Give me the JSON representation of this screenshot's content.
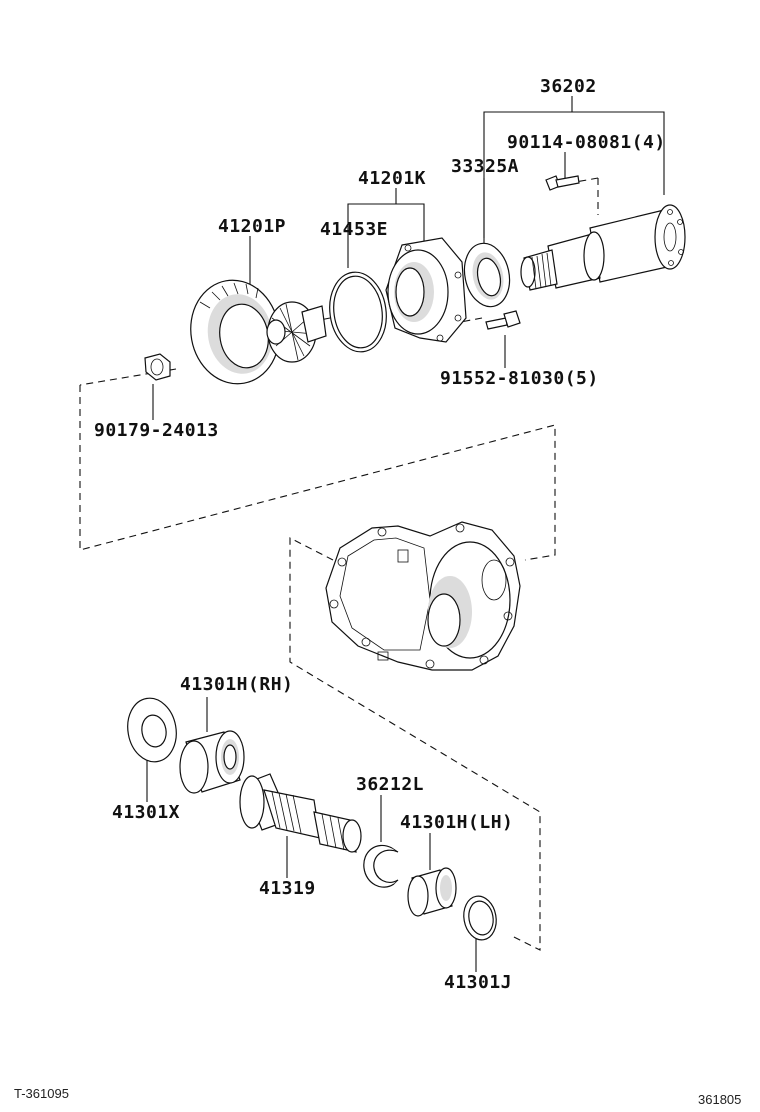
{
  "labels": {
    "p36202": "36202",
    "p90114": "90114-08081(4)",
    "p33325A": "33325A",
    "p41201K": "41201K",
    "p41201P": "41201P",
    "p41453E": "41453E",
    "p91552": "91552-81030(5)",
    "p90179": "90179-24013",
    "p41301H_RH": "41301H(RH)",
    "p41301X": "41301X",
    "p36212L": "36212L",
    "p41301H_LH": "41301H(LH)",
    "p41319": "41319",
    "p41301J": "41301J"
  },
  "footer": {
    "left_code": "T-361095",
    "right_code": "361805"
  }
}
